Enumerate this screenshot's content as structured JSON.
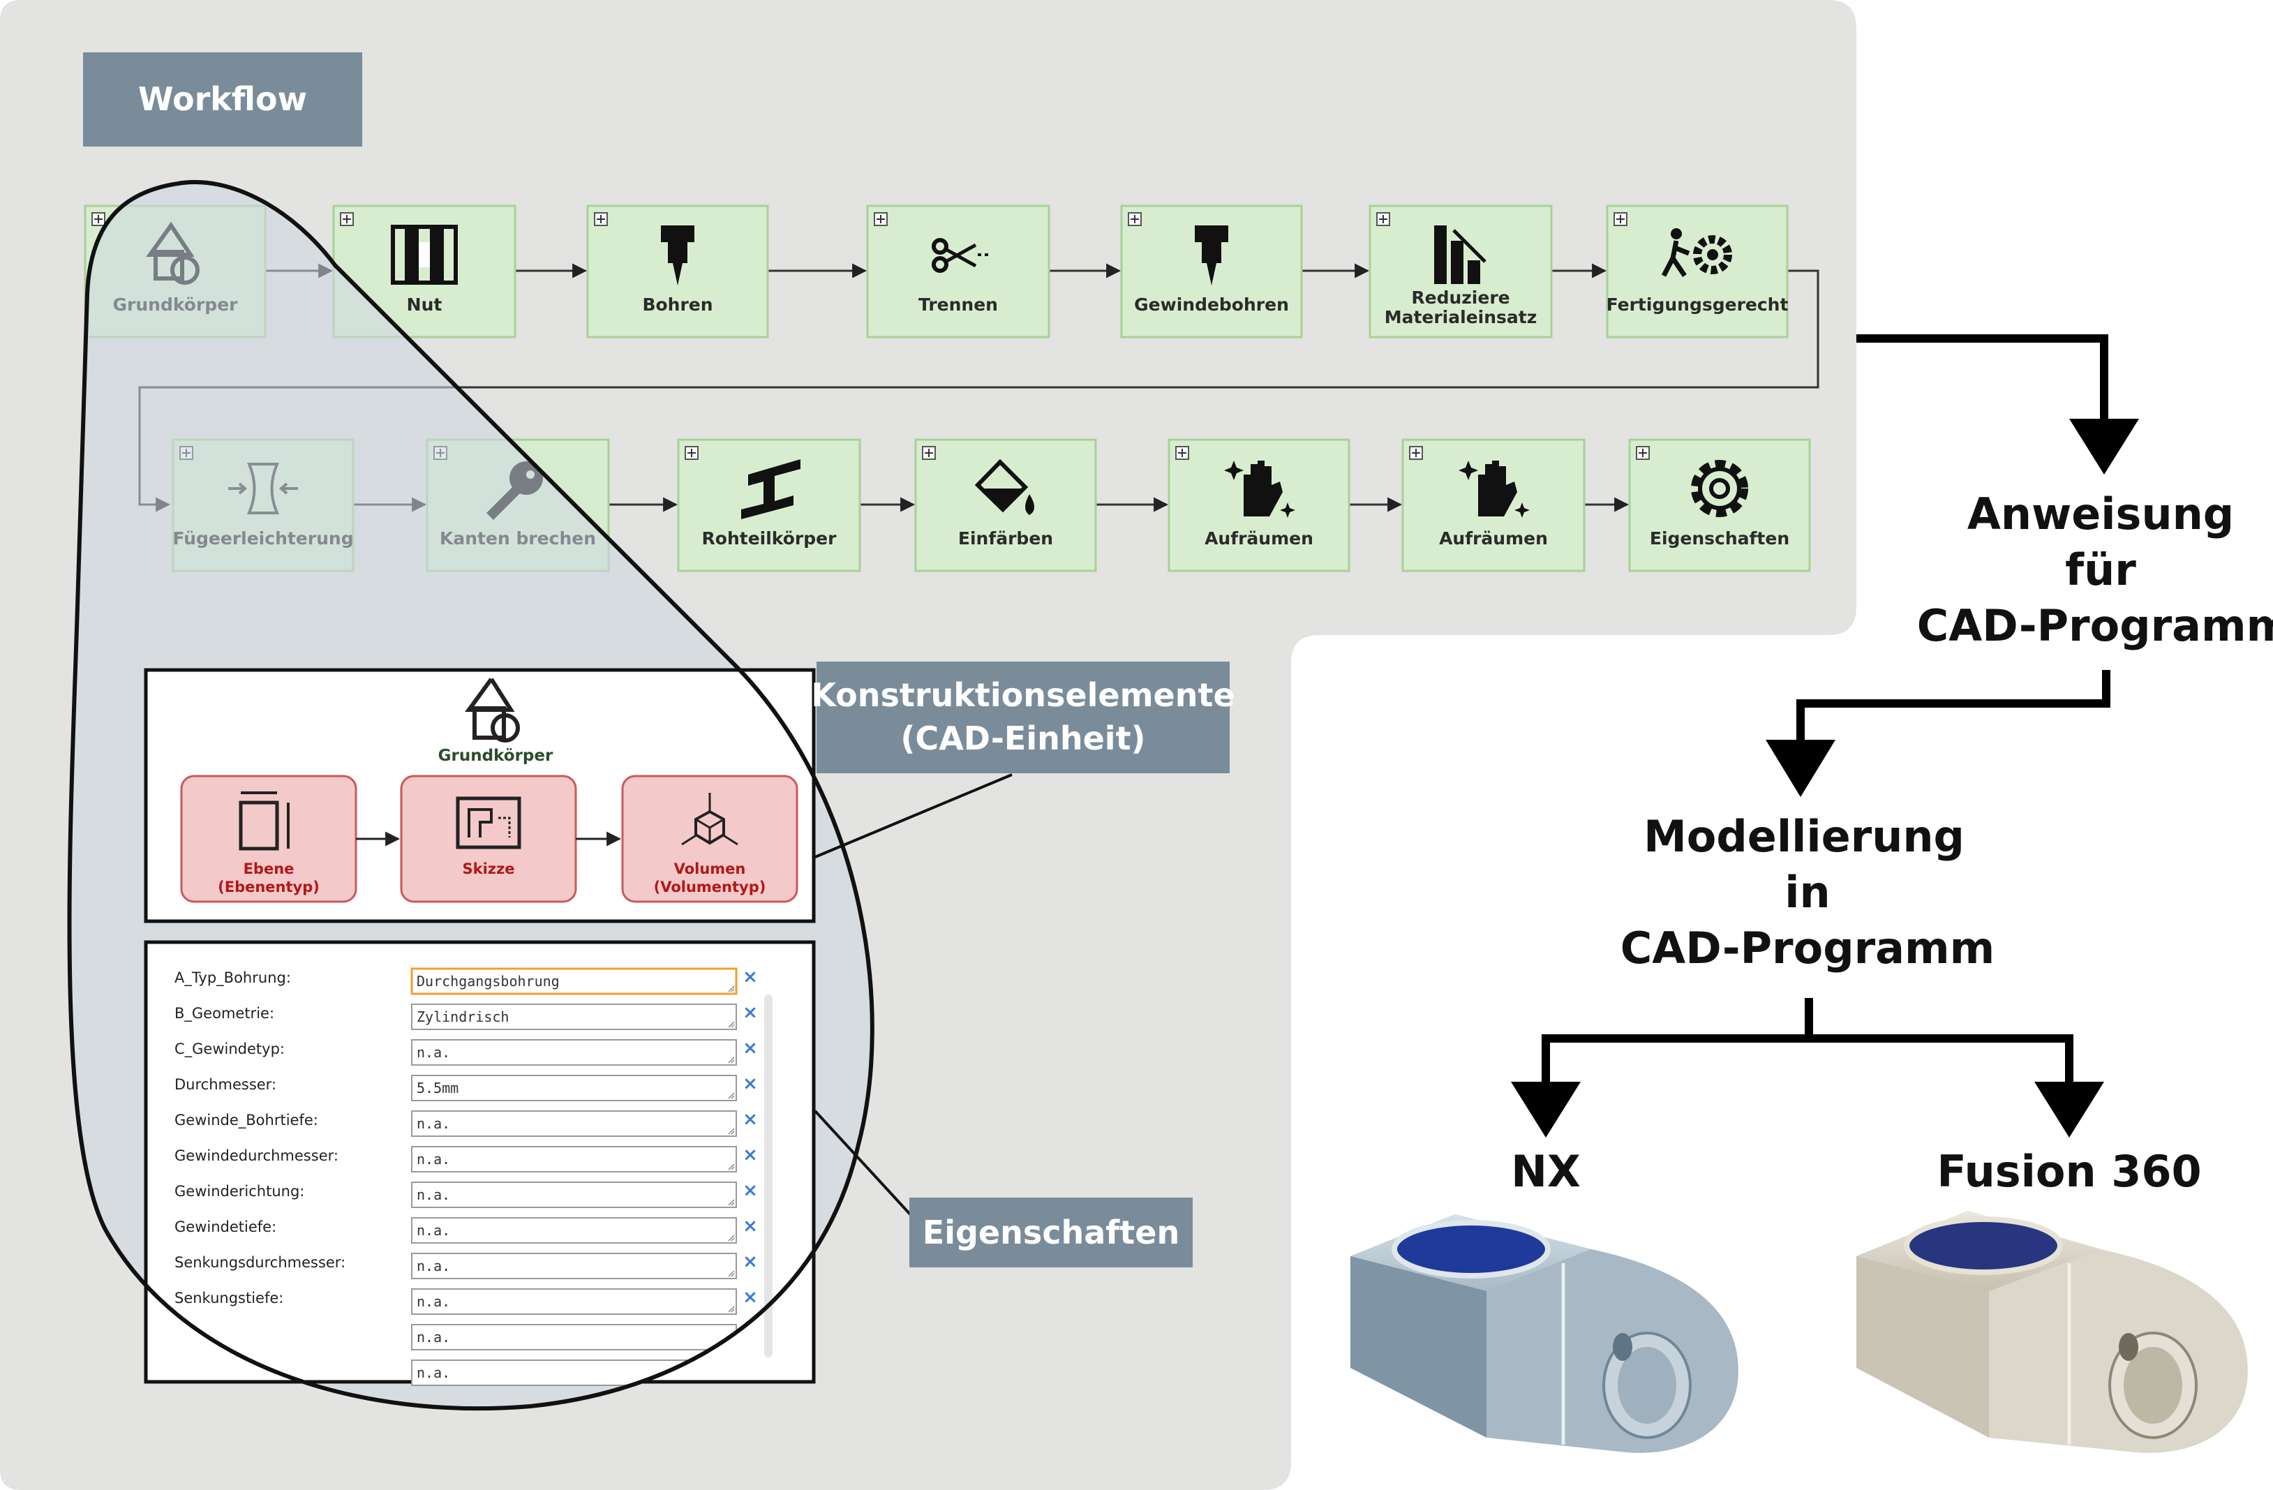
{
  "workflow": {
    "title": "Workflow",
    "row1": [
      {
        "label": "Grundkörper",
        "icon": "shape-icon"
      },
      {
        "label": "Nut",
        "icon": "nut-icon"
      },
      {
        "label": "Bohren",
        "icon": "drill-icon"
      },
      {
        "label": "Trennen",
        "icon": "scissors-icon"
      },
      {
        "label": "Gewindebohren",
        "icon": "thread-drill-icon"
      },
      {
        "label_lines": [
          "Reduziere",
          "Materialeinsatz"
        ],
        "icon": "reduce-material-icon"
      },
      {
        "label": "Fertigungsgerecht",
        "icon": "manufacturing-icon"
      }
    ],
    "row2": [
      {
        "label": "Fügeerleichterung",
        "icon": "joining-icon"
      },
      {
        "label": "Kanten brechen",
        "icon": "key-icon"
      },
      {
        "label": "Rohteilkörper",
        "icon": "beam-icon"
      },
      {
        "label": "Einfärben",
        "icon": "paint-bucket-icon"
      },
      {
        "label": "Aufräumen",
        "icon": "sparkle-hand-icon"
      },
      {
        "label": "Aufräumen",
        "icon": "sparkle-hand-icon"
      },
      {
        "label": "Eigenschaften",
        "icon": "gear-icon"
      }
    ]
  },
  "cad_unit": {
    "header": "Grundkörper",
    "elements": [
      {
        "label_lines": [
          "Ebene",
          "(Ebenentyp)"
        ],
        "icon": "plane-icon"
      },
      {
        "label_lines": [
          "Skizze"
        ],
        "icon": "sketch-icon"
      },
      {
        "label_lines": [
          "Volumen",
          "(Volumentyp)"
        ],
        "icon": "volume-icon"
      }
    ]
  },
  "properties": [
    {
      "label": "A_Typ_Bohrung:",
      "value": "Durchgangsbohrung"
    },
    {
      "label": "B_Geometrie:",
      "value": "Zylindrisch"
    },
    {
      "label": "C_Gewindetyp:",
      "value": "n.a."
    },
    {
      "label": "Durchmesser:",
      "value": "5.5mm"
    },
    {
      "label": "Gewinde_Bohrtiefe:",
      "value": "n.a."
    },
    {
      "label": "Gewindedurchmesser:",
      "value": "n.a."
    },
    {
      "label": "Gewinderichtung:",
      "value": "n.a."
    },
    {
      "label": "Gewindetiefe:",
      "value": "n.a."
    },
    {
      "label": "Senkungsdurchmesser:",
      "value": "n.a."
    },
    {
      "label": "Senkungstiefe:",
      "value": "n.a."
    },
    {
      "label": "",
      "value": "n.a."
    },
    {
      "label": "",
      "value": "n.a."
    }
  ],
  "callouts": {
    "konstruktion": [
      "Konstruktionselemente",
      "(CAD-Einheit)"
    ],
    "eigenschaften": "Eigenschaften"
  },
  "flow": {
    "anweisung": [
      "Anweisung",
      "für",
      "CAD-Programm"
    ],
    "modellierung": [
      "Modellierung",
      "in",
      "CAD-Programm"
    ],
    "nx": "NX",
    "fusion": "Fusion 360"
  },
  "colors": {
    "panel": "#e3e3e1",
    "node_fill": "#d8edcf",
    "node_stroke": "#a9d09a",
    "callout": "#7a8c9a",
    "cad_fill": "#f4c9c9",
    "cad_stroke": "#c85a5a",
    "zoom_fill": "#d7dfe6",
    "nx_part": "#b9c7d1",
    "fusion_part": "#d8d4c6",
    "bore": "#2a3f9c"
  }
}
